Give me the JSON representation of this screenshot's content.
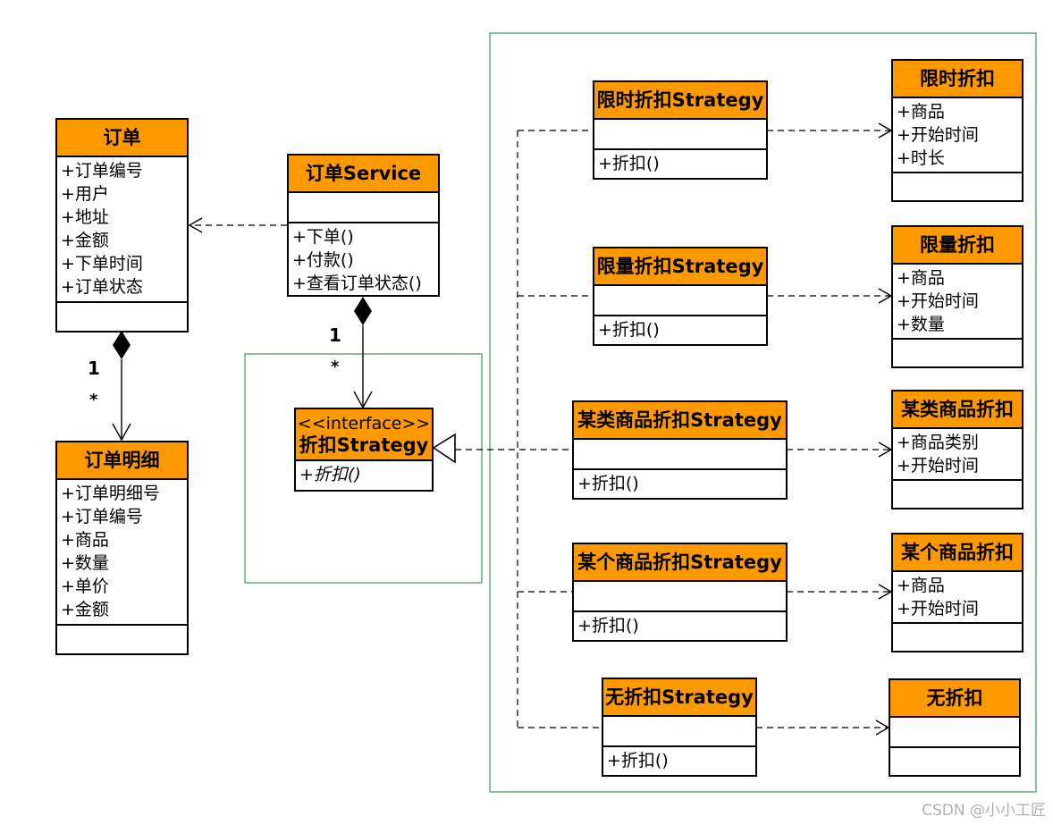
{
  "classes": {
    "order": {
      "title": "订单",
      "attributes": [
        "+订单编号",
        "+用户",
        "+地址",
        "+金额",
        "+下单时间",
        "+订单状态"
      ]
    },
    "order_detail": {
      "title": "订单明细",
      "attributes": [
        "+订单明细号",
        "+订单编号",
        "+商品",
        "+数量",
        "+单价",
        "+金额"
      ]
    },
    "order_service": {
      "title": "订单Service",
      "methods": [
        "+下单()",
        "+付款()",
        "+查看订单状态()"
      ]
    },
    "discount_strategy": {
      "stereotype": "<<interface>>",
      "title": "折扣Strategy",
      "methods": [
        "+折扣()"
      ]
    },
    "limited_time_strategy": {
      "title": "限时折扣Strategy",
      "methods": [
        "+折扣()"
      ]
    },
    "limited_qty_strategy": {
      "title": "限量折扣Strategy",
      "methods": [
        "+折扣()"
      ]
    },
    "category_strategy": {
      "title": "某类商品折扣Strategy",
      "methods": [
        "+折扣()"
      ]
    },
    "single_item_strategy": {
      "title": "某个商品折扣Strategy",
      "methods": [
        "+折扣()"
      ]
    },
    "no_discount_strategy": {
      "title": "无折扣Strategy",
      "methods": [
        "+折扣()"
      ]
    },
    "limited_time": {
      "title": "限时折扣",
      "attributes": [
        "+商品",
        "+开始时间",
        "+时长"
      ]
    },
    "limited_qty": {
      "title": "限量折扣",
      "attributes": [
        "+商品",
        "+开始时间",
        "+数量"
      ]
    },
    "category": {
      "title": "某类商品折扣",
      "attributes": [
        "+商品类别",
        "+开始时间"
      ]
    },
    "single_item": {
      "title": "某个商品折扣",
      "attributes": [
        "+商品",
        "+开始时间"
      ]
    },
    "no_discount": {
      "title": "无折扣"
    }
  },
  "multiplicities": {
    "order_one": "1",
    "order_many": "*",
    "service_one": "1",
    "service_many": "*"
  },
  "watermark": "CSDN @小小工匠",
  "colors": {
    "header": "#ff9900",
    "frame": "#3a9a5a",
    "line": "#000000"
  }
}
